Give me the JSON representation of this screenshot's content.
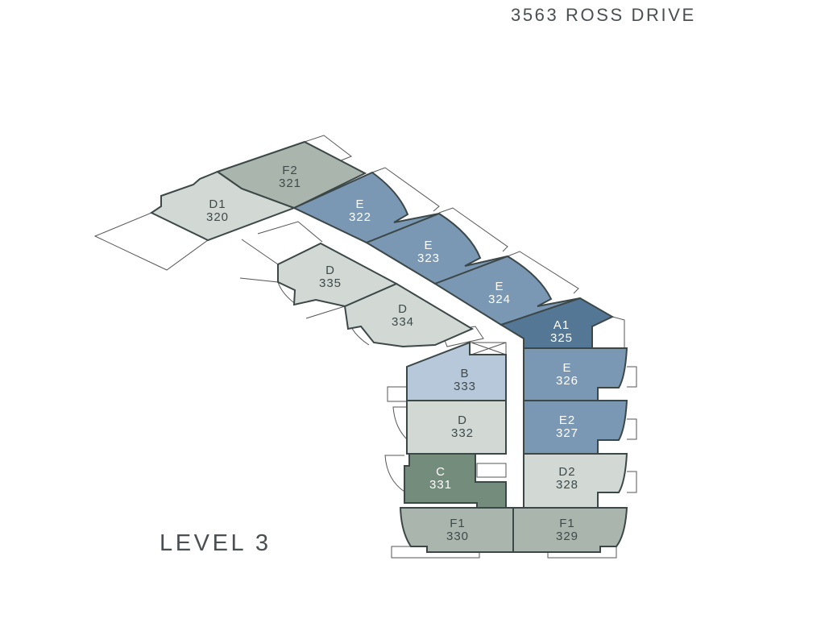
{
  "header": {
    "address": "3563 ROSS DRIVE"
  },
  "footer": {
    "level": "LEVEL 3"
  },
  "colors": {
    "outline": "#3c4747",
    "label_dark": "#3f4a4a",
    "label_light": "#ffffff"
  },
  "units": [
    {
      "type": "D1",
      "number": "320",
      "color": "#d2d8d4",
      "label_color": "#3f4a4a"
    },
    {
      "type": "F2",
      "number": "321",
      "color": "#a9b5ad",
      "label_color": "#3f4a4a"
    },
    {
      "type": "E",
      "number": "322",
      "color": "#7a98b3",
      "label_color": "#ffffff"
    },
    {
      "type": "E",
      "number": "323",
      "color": "#7a98b3",
      "label_color": "#ffffff"
    },
    {
      "type": "E",
      "number": "324",
      "color": "#7a98b3",
      "label_color": "#ffffff"
    },
    {
      "type": "A1",
      "number": "325",
      "color": "#557796",
      "label_color": "#ffffff"
    },
    {
      "type": "E",
      "number": "326",
      "color": "#7a98b3",
      "label_color": "#ffffff"
    },
    {
      "type": "E2",
      "number": "327",
      "color": "#7a98b3",
      "label_color": "#ffffff"
    },
    {
      "type": "D2",
      "number": "328",
      "color": "#d2d8d4",
      "label_color": "#3f4a4a"
    },
    {
      "type": "F1",
      "number": "329",
      "color": "#a9b5ad",
      "label_color": "#3f4a4a"
    },
    {
      "type": "F1",
      "number": "330",
      "color": "#a9b5ad",
      "label_color": "#3f4a4a"
    },
    {
      "type": "C",
      "number": "331",
      "color": "#738c7b",
      "label_color": "#ffffff"
    },
    {
      "type": "D",
      "number": "332",
      "color": "#d2d8d4",
      "label_color": "#3f4a4a"
    },
    {
      "type": "B",
      "number": "333",
      "color": "#b7c8da",
      "label_color": "#3f4a4a"
    },
    {
      "type": "D",
      "number": "334",
      "color": "#d2d8d4",
      "label_color": "#3f4a4a"
    },
    {
      "type": "D",
      "number": "335",
      "color": "#d2d8d4",
      "label_color": "#3f4a4a"
    }
  ]
}
